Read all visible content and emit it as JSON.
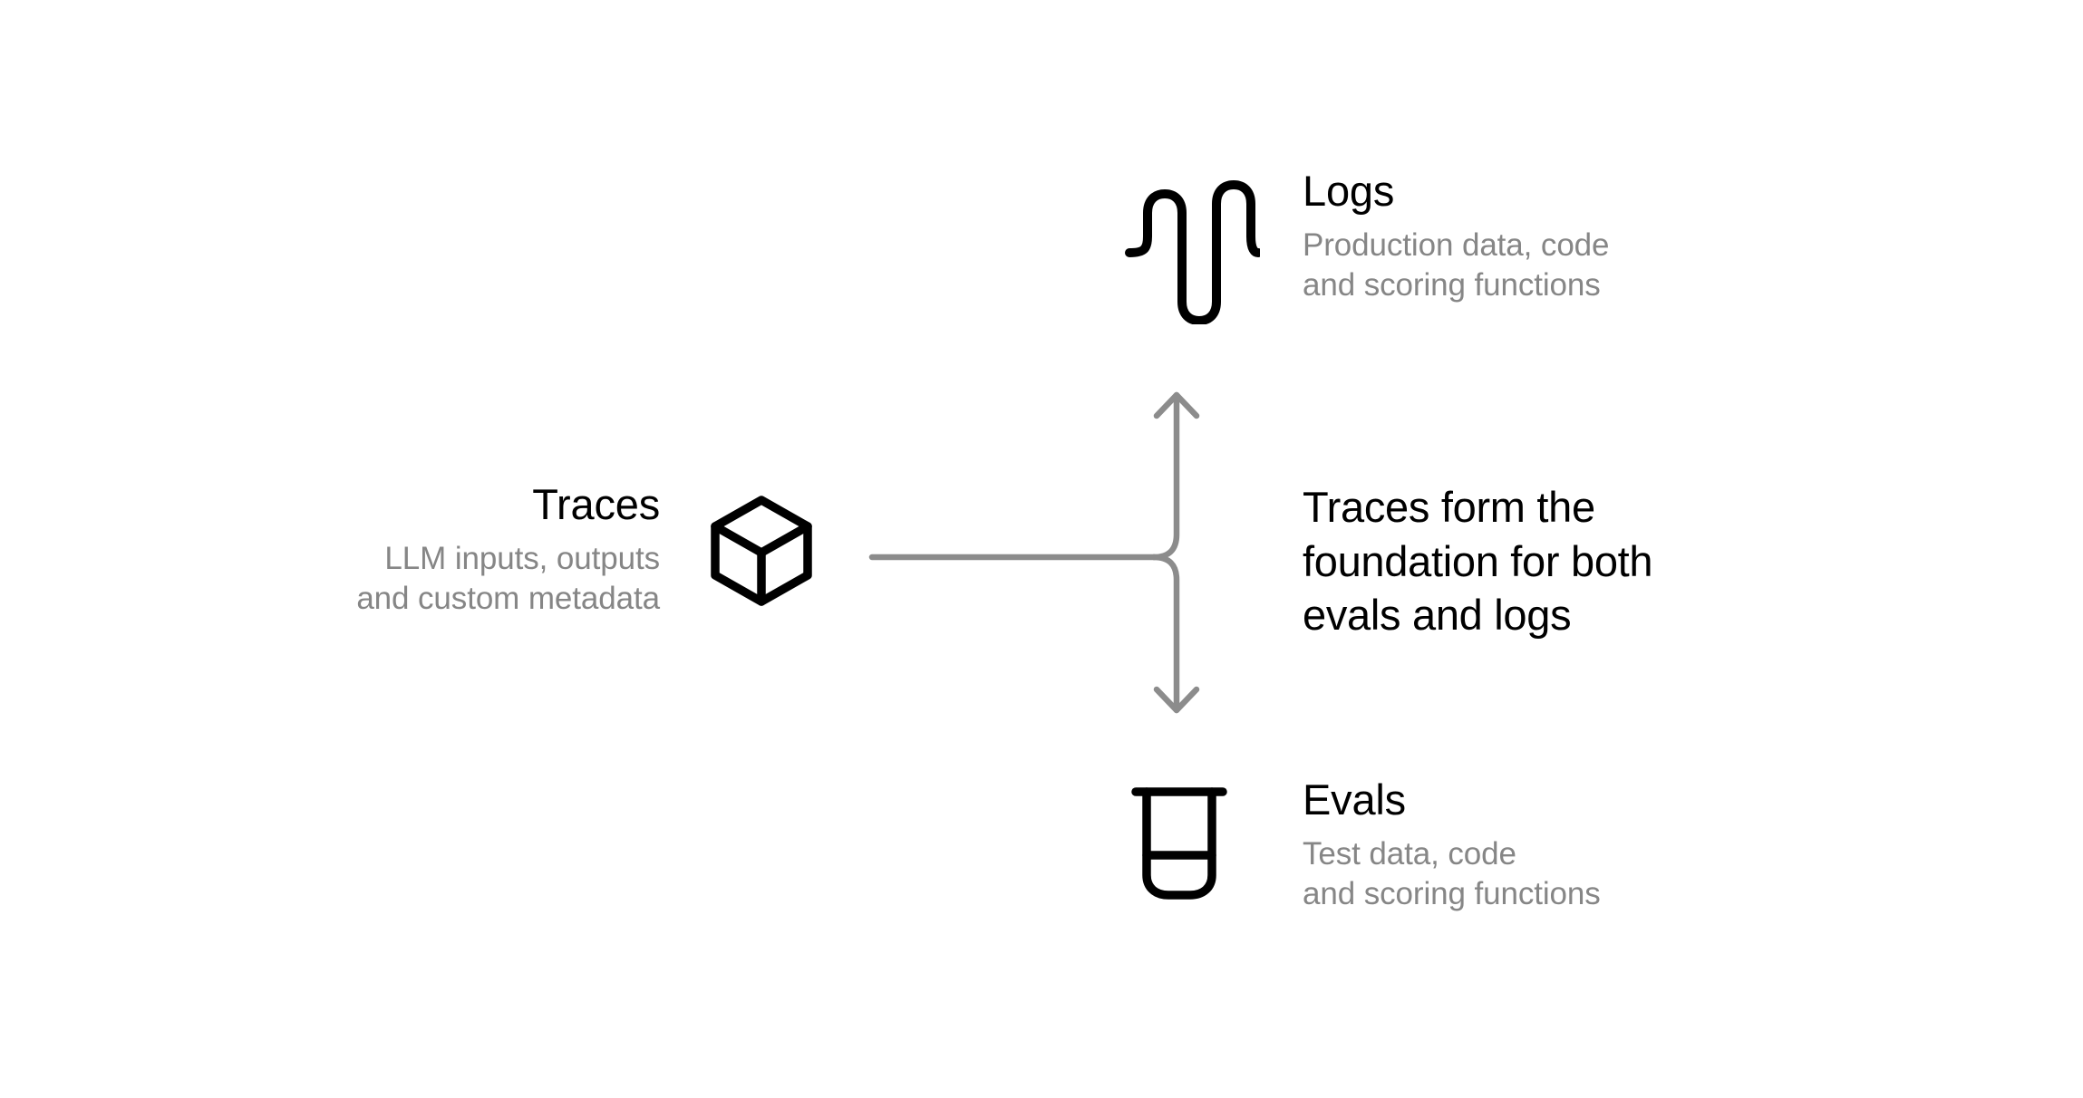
{
  "diagram": {
    "title": "Traces form the foundation for both evals and logs",
    "background_color": "#ffffff",
    "accent_gray": "#868686",
    "line_color": "#8c8c8c",
    "icon_color": "#000000"
  },
  "nodes": {
    "traces": {
      "title": "Traces",
      "subtitle": "LLM inputs, outputs\nand custom metadata",
      "icon": "cube-icon"
    },
    "logs": {
      "title": "Logs",
      "subtitle": "Production data, code\nand scoring functions",
      "icon": "waveform-icon"
    },
    "evals": {
      "title": "Evals",
      "subtitle": "Test data, code\nand scoring functions",
      "icon": "beaker-icon"
    }
  },
  "statement": {
    "text": "Traces form the\nfoundation for both\nevals and logs"
  },
  "connector": {
    "from": "traces",
    "to": [
      "logs",
      "evals"
    ],
    "style": "split-branch-double-arrow",
    "arrowheads": [
      "up",
      "down"
    ]
  }
}
